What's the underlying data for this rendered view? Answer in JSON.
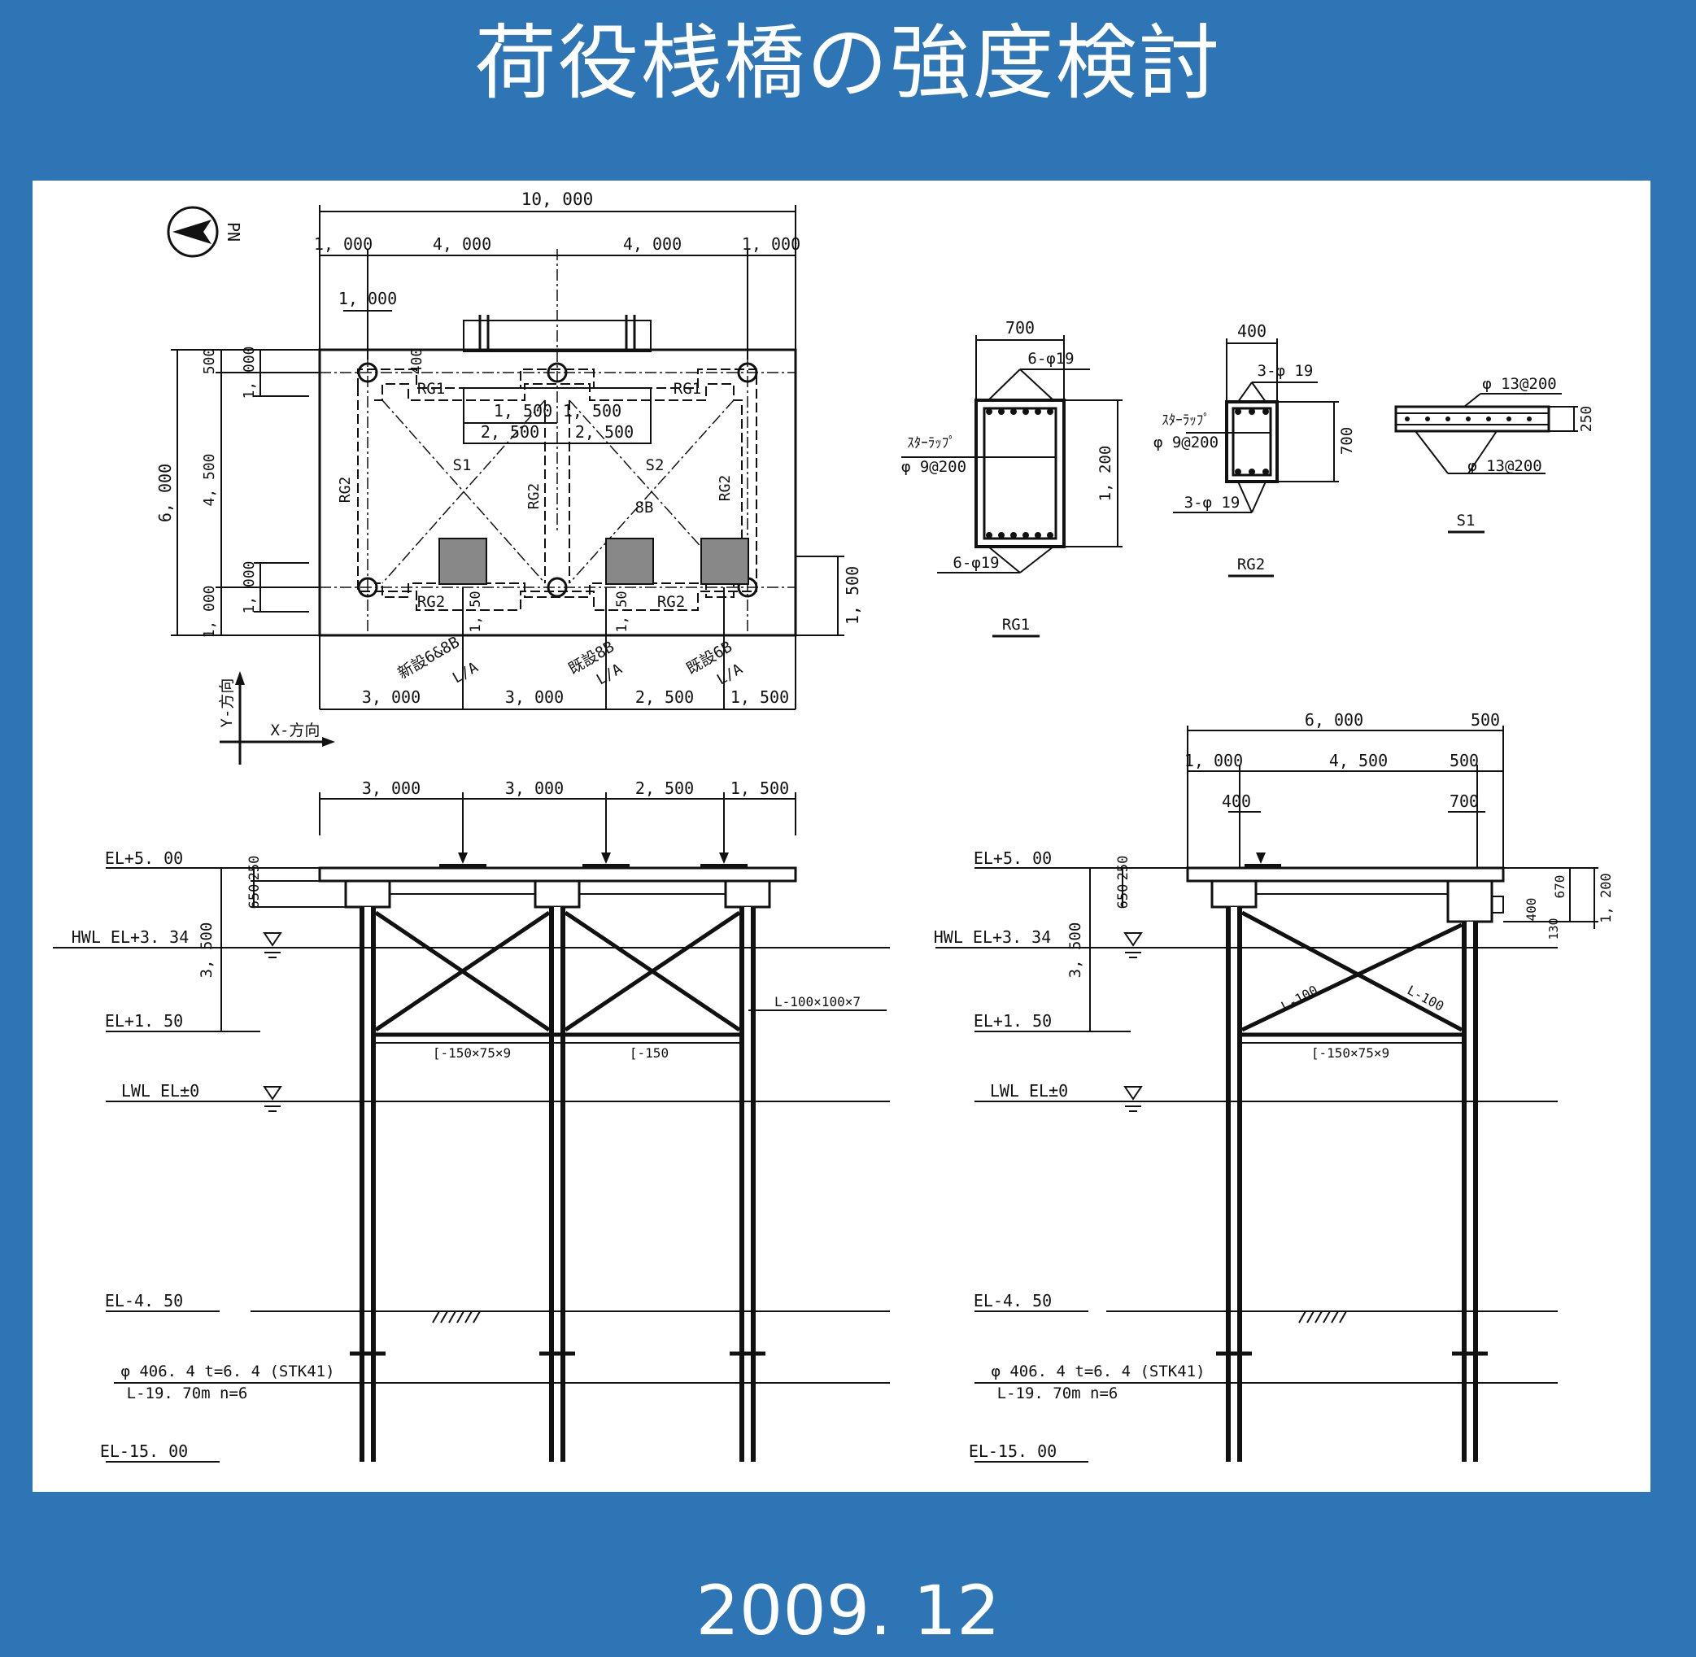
{
  "title": "荷役桟橋の強度検討",
  "date": "2009. 12",
  "plan": {
    "north": "PN",
    "top_total": "10, 000",
    "top_dims": [
      "1, 000",
      "4, 000",
      "4, 000",
      "1, 000"
    ],
    "dim_1000": "1, 000",
    "left_total": "6, 000",
    "left_dims": [
      "500",
      "4, 500",
      "1, 000"
    ],
    "left_inner": [
      "1, 000",
      "1, 000"
    ],
    "dim_400": "400",
    "right_dim": "1, 500",
    "center_top": [
      "1, 500",
      "1, 500"
    ],
    "center_mid": [
      "2, 500",
      "2, 500"
    ],
    "beams": {
      "rg1": "RG1",
      "rg2": "RG2"
    },
    "slabs": [
      "S1",
      "S2"
    ],
    "label_8b": "8B",
    "small_150": [
      "1, 50",
      "1, 50"
    ],
    "loaders": [
      "新設6&8B",
      "既設8B",
      "既設6B"
    ],
    "loader_sub": "L/A",
    "bottom_dims": [
      "3, 000",
      "3, 000",
      "2, 500",
      "1, 500"
    ],
    "axis_y": "Y-方向",
    "axis_x": "X-方向"
  },
  "sections": {
    "rg1": {
      "width": "700",
      "top_bars": "6-φ19",
      "stirrup1": "ｽﾀｰﾗｯﾌﾟ",
      "stirrup2": "φ 9@200",
      "height": "1, 200",
      "bottom_bars": "6-φ19",
      "name": "RG1"
    },
    "rg2": {
      "width": "400",
      "top_bars": "3-φ 19",
      "stirrup1": "ｽﾀｰﾗｯﾌﾟ",
      "stirrup2": "φ 9@200",
      "height": "700",
      "bottom_bars": "3-φ 19",
      "name": "RG2"
    },
    "s1": {
      "top": "φ 13@200",
      "bottom": "φ 13@200",
      "thickness": "250",
      "name": "S1"
    }
  },
  "elev_x": {
    "top_dims": [
      "3, 000",
      "3, 000",
      "2, 500",
      "1, 500"
    ],
    "levels": [
      "EL+5. 00",
      "HWL  EL+3. 34",
      "EL+1. 50",
      "LWL   EL±0",
      "EL-4. 50",
      "EL-15. 00"
    ],
    "slab_dims": [
      "650",
      "250"
    ],
    "depth": "3, 500",
    "brace": "L-100×100×7",
    "channel1": "[-150×75×9",
    "channel2": "[-150",
    "pile_spec": "φ 406. 4   t=6. 4 (STK41)",
    "pile_len": "L-19. 70m     n=6"
  },
  "elev_y": {
    "top_total": "6, 000",
    "top_right": "500",
    "dims2": [
      "1, 000",
      "4, 500",
      "500"
    ],
    "dim_400": "400",
    "dim_700": "700",
    "levels": [
      "EL+5. 00",
      "HWL  EL+3. 34",
      "EL+1. 50",
      "LWL   EL±0",
      "EL-4. 50",
      "EL-15. 00"
    ],
    "slab_dims": [
      "650",
      "250"
    ],
    "depth": "3, 500",
    "right_dims": [
      "670",
      "400",
      "1, 200",
      "130"
    ],
    "brace_left": "L-100",
    "brace_right": "L-100",
    "channel": "[-150×75×9",
    "pile_spec": "φ 406. 4   t=6. 4 (STK41)",
    "pile_len": "L-19. 70m     n=6"
  }
}
